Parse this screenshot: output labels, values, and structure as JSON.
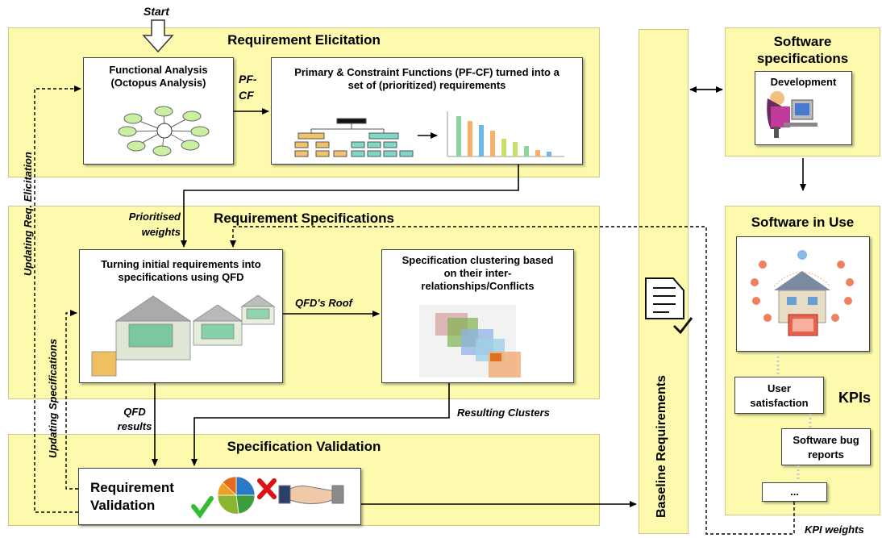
{
  "start_label": "Start",
  "panels": {
    "elicitation": "Requirement Elicitation",
    "specifications": "Requirement Specifications",
    "validation": "Specification Validation",
    "baseline": "Baseline Requirements",
    "software_spec": "Software specifications",
    "software_use": "Software in Use"
  },
  "boxes": {
    "functional_analysis": "Functional Analysis (Octopus Analysis)",
    "pf_cf": "Primary & Constraint Functions (PF-CF) turned into a set of (prioritized) requirements",
    "qfd": "Turning initial requirements into specifications using QFD",
    "clustering": "Specification clustering based on their inter-relationships/Conflicts",
    "validation": "Requirement Validation",
    "development": "Development",
    "user_satisfaction": "User satisfaction",
    "bug_reports": "Software bug reports",
    "ellipsis": "..."
  },
  "labels": {
    "pf_cf": "PF-CF",
    "prioritised_weights": "Prioritised weights",
    "qfd_roof": "QFD's Roof",
    "qfd_results": "QFD results",
    "resulting_clusters": "Resulting Clusters",
    "updating_elicitation": "Updating Req. Elicitation",
    "updating_specifications": "Updating Specifications",
    "kpis": "KPIs",
    "kpi_weights": "KPI weights"
  },
  "colors": {
    "panel_fill": "#fdfaad",
    "box_border": "#444444",
    "accent_green": "#33bb33",
    "accent_red": "#dd1111"
  }
}
